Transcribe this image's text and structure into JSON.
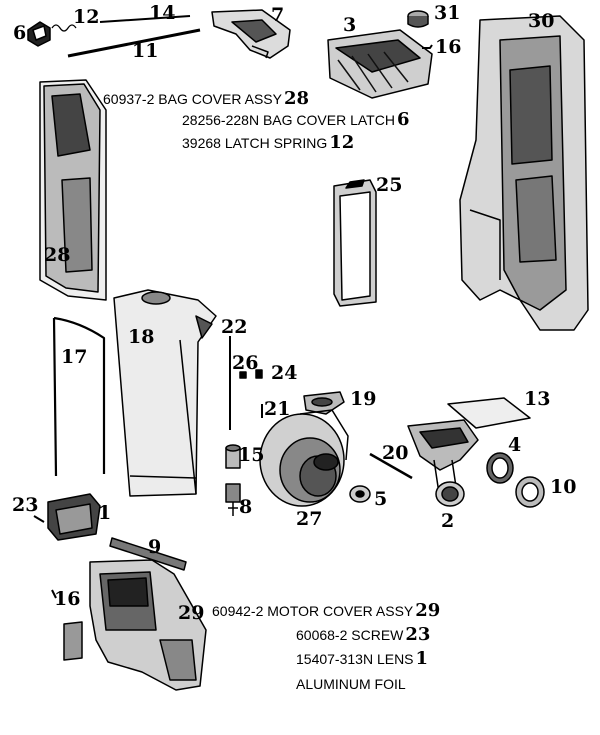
{
  "legend_top": [
    {
      "text": "60937-2 BAG COVER ASSY",
      "num": "28"
    },
    {
      "text": "28256-228N BAG COVER LATCH",
      "num": "6"
    },
    {
      "text": "39268 LATCH SPRING",
      "num": "12"
    }
  ],
  "legend_bottom": [
    {
      "text": "60942-2  MOTOR COVER ASSY",
      "num": "29"
    },
    {
      "text": "60068-2 SCREW",
      "num": "23"
    },
    {
      "text": "15407-313N LENS",
      "num": "1"
    },
    {
      "text": "ALUMINUM FOIL",
      "num": ""
    }
  ],
  "callouts": {
    "n1": "1",
    "n2": "2",
    "n3": "3",
    "n4": "4",
    "n5": "5",
    "n6": "6",
    "n7": "7",
    "n8": "8",
    "n9": "9",
    "n10": "10",
    "n11": "11",
    "n12": "12",
    "n13": "13",
    "n14": "14",
    "n15": "15",
    "n16a": "16",
    "n16b": "16",
    "n17": "17",
    "n18": "18",
    "n19": "19",
    "n20": "20",
    "n21": "21",
    "n22": "22",
    "n23": "23",
    "n24": "24",
    "n25": "25",
    "n26": "26",
    "n27": "27",
    "n28": "28",
    "n29": "29",
    "n30": "30",
    "n31": "31"
  }
}
